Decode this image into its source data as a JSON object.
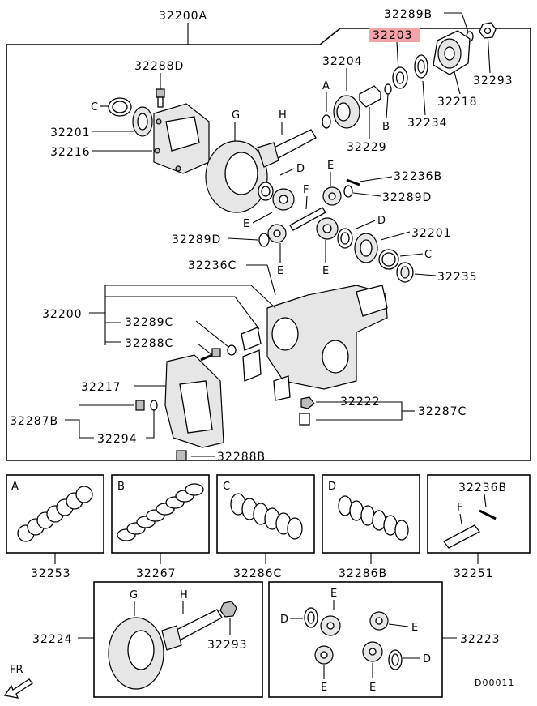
{
  "labels": {
    "main_assembly": "32200A",
    "carrier_assembly": "32200",
    "p32289B": "32289B",
    "p32203": "32203",
    "p32293_top": "32293",
    "p32218": "32218",
    "p32234": "32234",
    "p32229": "32229",
    "p32204": "32204",
    "p32288D": "32288D",
    "p32201_left": "32201",
    "p32216": "32216",
    "p32236B_top": "32236B",
    "p32289D_right": "32289D",
    "p32289D_left": "32289D",
    "p32201_right": "32201",
    "p32235": "32235",
    "p32236C": "32236C",
    "p32289C": "32289C",
    "p32288C": "32288C",
    "p32217": "32217",
    "p32287B": "32287B",
    "p32294": "32294",
    "p32288B": "32288B",
    "p32222": "32222",
    "p32287C": "32287C",
    "p32253": "32253",
    "p32267": "32267",
    "p32286C": "32286C",
    "p32286B": "32286B",
    "p32251": "32251",
    "p32236B_kit": "32236B",
    "p32224": "32224",
    "p32293_kit": "32293",
    "p32223": "32223",
    "diagram_code": "D00011",
    "front_indicator": "FR"
  },
  "letters": {
    "A": "A",
    "B": "B",
    "C": "C",
    "D": "D",
    "E": "E",
    "F": "F",
    "G": "G",
    "H": "H"
  },
  "highlight": {
    "part": "32203",
    "color": "#f4a3a8"
  }
}
